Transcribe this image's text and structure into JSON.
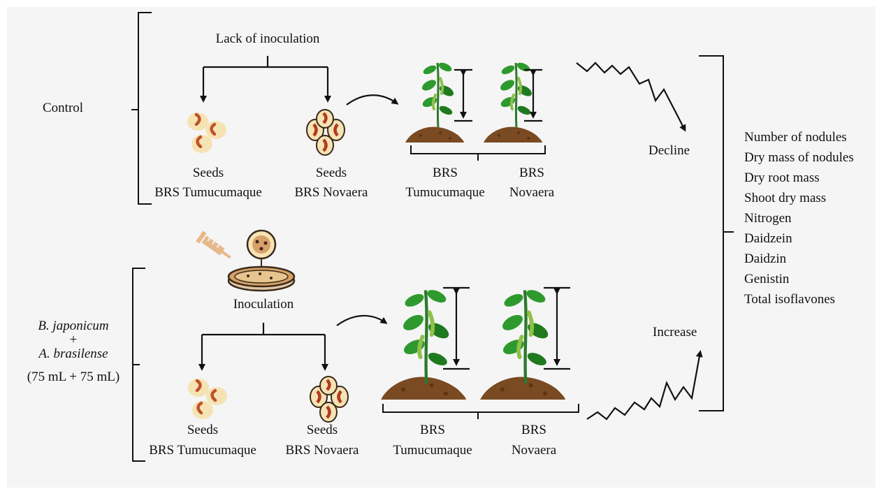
{
  "control": {
    "side_label": "Control",
    "header": "Lack of inoculation",
    "seed_left": {
      "line1": "Seeds",
      "line2": "BRS Tumucumaque"
    },
    "seed_right": {
      "line1": "Seeds",
      "line2": "BRS Novaera"
    },
    "plant_left": {
      "line1": "BRS",
      "line2": "Tumucumaque"
    },
    "plant_right": {
      "line1": "BRS",
      "line2": "Novaera"
    },
    "trend": "Decline"
  },
  "inoculated": {
    "side_label_1": "B. japonicum",
    "side_plus": "+",
    "side_label_2": "A. brasilense",
    "dose": "(75 mL + 75 mL)",
    "header": "Inoculation",
    "seed_left": {
      "line1": "Seeds",
      "line2": "BRS Tumucumaque"
    },
    "seed_right": {
      "line1": "Seeds",
      "line2": "BRS Novaera"
    },
    "plant_left": {
      "line1": "BRS",
      "line2": "Tumucumaque"
    },
    "plant_right": {
      "line1": "BRS",
      "line2": "Novaera"
    },
    "trend": "Increase"
  },
  "variables": [
    "Number of nodules",
    "Dry mass of nodules",
    "Dry root mass",
    "Shoot dry mass",
    "Nitrogen",
    "Daidzein",
    "Daidzin",
    "Genistin",
    "Total isoflavones"
  ],
  "colors": {
    "leaf": "#2e9a2e",
    "leaf_dark": "#1f7a1f",
    "soil": "#7a4a22",
    "soil_dark": "#5a3414",
    "seed": "#f6e3b4",
    "seed_mark": "#c0522c",
    "syringe": "#e6b98a",
    "dish": "#d4a167"
  }
}
